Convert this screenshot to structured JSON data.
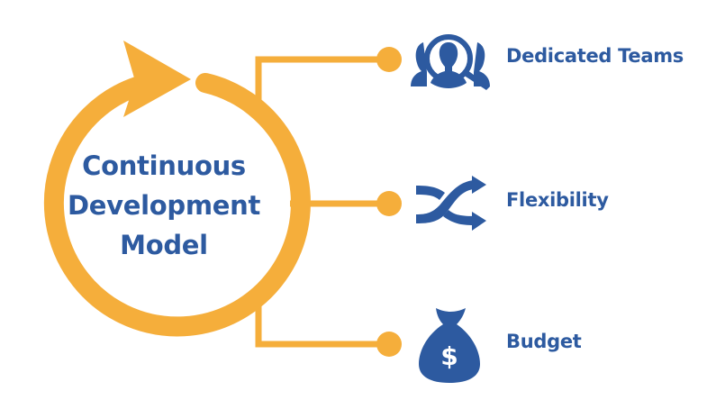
{
  "colors": {
    "accent_orange": "#F5AE3B",
    "primary_blue": "#2D5AA0",
    "background": "#FFFFFF"
  },
  "center": {
    "title_lines": [
      "Continuous",
      "Development",
      "Model"
    ],
    "icon": "circular-arrow-icon"
  },
  "branches": [
    {
      "label": "Dedicated Teams",
      "icon": "team-search-icon"
    },
    {
      "label": "Flexibility",
      "icon": "shuffle-icon"
    },
    {
      "label": "Budget",
      "icon": "money-bag-icon"
    }
  ]
}
